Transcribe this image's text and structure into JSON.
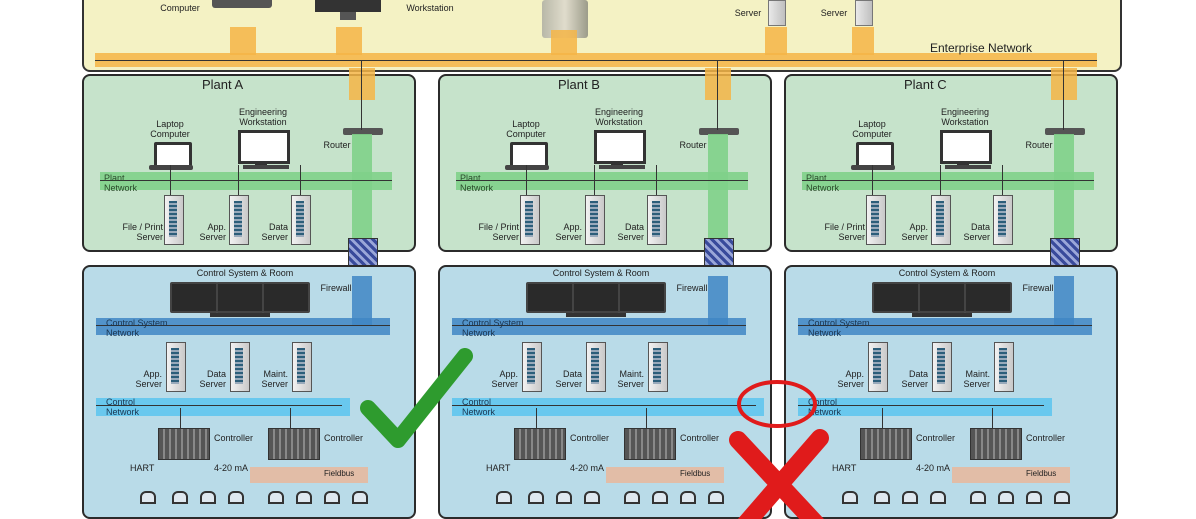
{
  "enterprise": {
    "network_label": "Enterprise Network",
    "top_labels": {
      "computer": "Computer",
      "workstation": "Workstation",
      "server1": "Server",
      "server2": "Server"
    }
  },
  "plants": [
    {
      "title": "Plant A"
    },
    {
      "title": "Plant B"
    },
    {
      "title": "Plant C"
    }
  ],
  "plant_labels": {
    "laptop": "Laptop\nComputer",
    "workstation": "Engineering\nWorkstation",
    "router": "Router",
    "plant_network": "Plant\nNetwork",
    "file_server": "File / Print\nServer",
    "app_server": "App.\nServer",
    "data_server": "Data\nServer"
  },
  "control_labels": {
    "room": "Control System & Room",
    "firewall": "Firewall",
    "control_system_network": "Control System\nNetwork",
    "app_server": "App.\nServer",
    "data_server": "Data\nServer",
    "maint_server": "Maint.\nServer",
    "control_network": "Control\nNetwork",
    "controller": "Controller",
    "hart": "HART",
    "ma": "4-20 mA",
    "fieldbus": "Fieldbus"
  },
  "status": {
    "plant_a": "check",
    "plant_b": "cross"
  },
  "colors": {
    "enterprise_bg": "#f4f2c4",
    "plant_bg": "#c6e3cb",
    "control_bg": "#b9dbe8",
    "enterprise_bus": "#f4b547",
    "plant_bus": "#7fd089",
    "control_system_bus": "#3f86c4",
    "control_bus": "#5bc4ee",
    "fieldbus": "#e7b9a0",
    "check": "#2e9b2e",
    "cross": "#e01b1b"
  }
}
